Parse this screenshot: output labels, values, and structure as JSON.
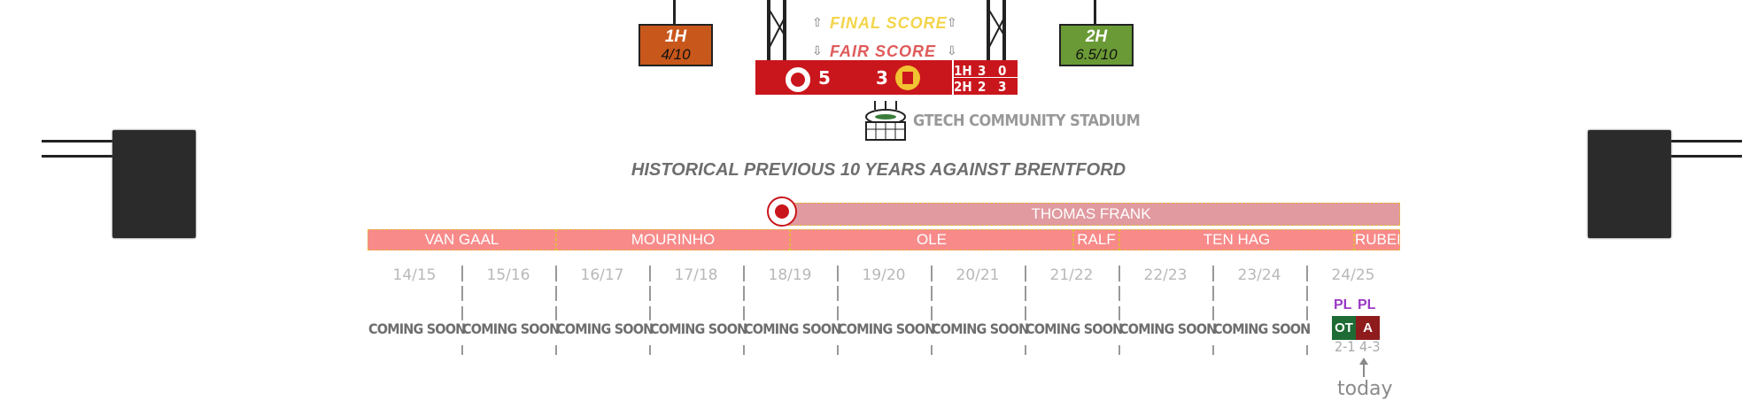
{
  "scoreboard": {
    "final_label": "FINAL SCORE",
    "fair_label": "FAIR SCORE",
    "home_score": "5",
    "away_score": "3",
    "halves": [
      {
        "label": "1H",
        "home": "3",
        "away": "0"
      },
      {
        "label": "2H",
        "home": "2",
        "away": "3"
      }
    ],
    "colors": {
      "final": "#f3d54a",
      "fair": "#e05a5a",
      "board": "#c9161c"
    }
  },
  "half_ratings": [
    {
      "title": "1H",
      "rating": "4/10",
      "color": "#c8571b"
    },
    {
      "title": "2H",
      "rating": "6.5/10",
      "color": "#6a9a35"
    }
  ],
  "stadium": {
    "name": "GTECH COMMUNITY STADIUM",
    "icon": "stadium-icon"
  },
  "history": {
    "title": "HISTORICAL PREVIOUS 10 YEARS AGAINST BRENTFORD",
    "opponent_manager": "THOMAS FRANK",
    "managers": [
      "VAN  GAAL",
      "MOURINHO",
      "OLE",
      "RALF",
      "TEN HAG",
      "RUBEN"
    ],
    "seasons": [
      "14/15",
      "15/16",
      "16/17",
      "17/18",
      "18/19",
      "19/20",
      "20/21",
      "21/22",
      "22/23",
      "23/24",
      "24/25"
    ],
    "coming_soon": [
      "COMING SOON",
      "COMING SOON",
      "COMING SOON",
      "COMING SOON",
      "COMING SOON",
      "COMING SOON",
      "COMING SOON",
      "COMING SOON",
      "COMING SOON",
      "COMING SOON"
    ],
    "current_season_matches": [
      {
        "competition": "PL",
        "venue": "OT",
        "score": "2-1",
        "color": "#1e6b35"
      },
      {
        "competition": "PL",
        "venue": "A",
        "score": "4-3",
        "color": "#8e1c1c"
      }
    ],
    "today_label": "today"
  }
}
